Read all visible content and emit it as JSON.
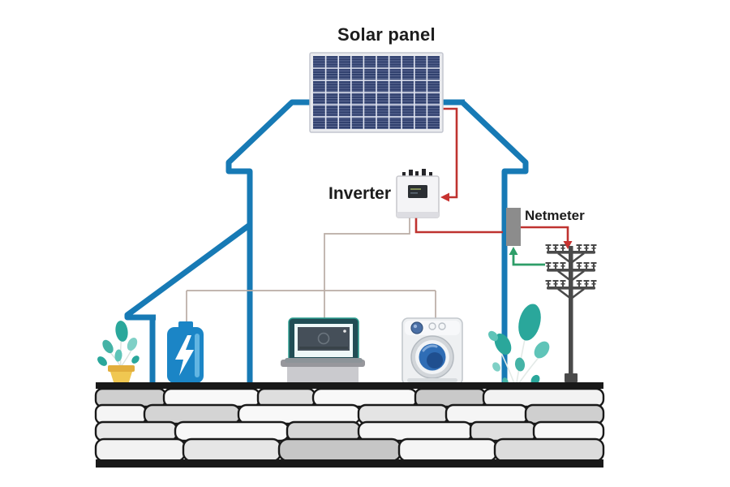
{
  "diagram": {
    "type": "solar-home-energy-system",
    "labels": {
      "solar_panel": "Solar panel",
      "inverter": "Inverter",
      "netmeter": "Netmeter"
    },
    "components": [
      "solar-panel",
      "house-outline",
      "inverter",
      "netmeter",
      "utility-pole",
      "battery",
      "laptop-on-table",
      "washing-machine",
      "potted-plant",
      "indoor-plant",
      "stone-wall"
    ],
    "connections": [
      {
        "from": "solar-panel",
        "to": "inverter",
        "style": "arrow",
        "color": "#bf3330"
      },
      {
        "from": "inverter",
        "to": "netmeter",
        "style": "plain",
        "color": "#bf3330"
      },
      {
        "from": "netmeter",
        "to": "utility-pole",
        "style": "arrow",
        "color": "#bf3330"
      },
      {
        "from": "utility-pole",
        "to": "netmeter",
        "style": "arrow",
        "color": "#2e9e68"
      },
      {
        "from": "inverter",
        "to": "laptop",
        "style": "plain",
        "color": "#b9aca4"
      },
      {
        "from": "inverter",
        "to": "battery",
        "style": "plain",
        "color": "#b9aca4"
      },
      {
        "from": "inverter",
        "to": "washing-machine",
        "style": "plain",
        "color": "#b9aca4"
      }
    ],
    "colors": {
      "house_outline": "#177ab5",
      "wire_red": "#bf3330",
      "wire_green": "#2e9e68",
      "wire_neutral": "#b9aca4",
      "panel_cell_blue": "#30406e",
      "battery_blue": "#1b85c6",
      "leaf_teal": "#2aa79b",
      "pot_yellow": "#f0c751",
      "netmeter_gray": "#8c8c8c",
      "pole_gray": "#4a4a4a",
      "stone_outline": "#191919"
    }
  }
}
